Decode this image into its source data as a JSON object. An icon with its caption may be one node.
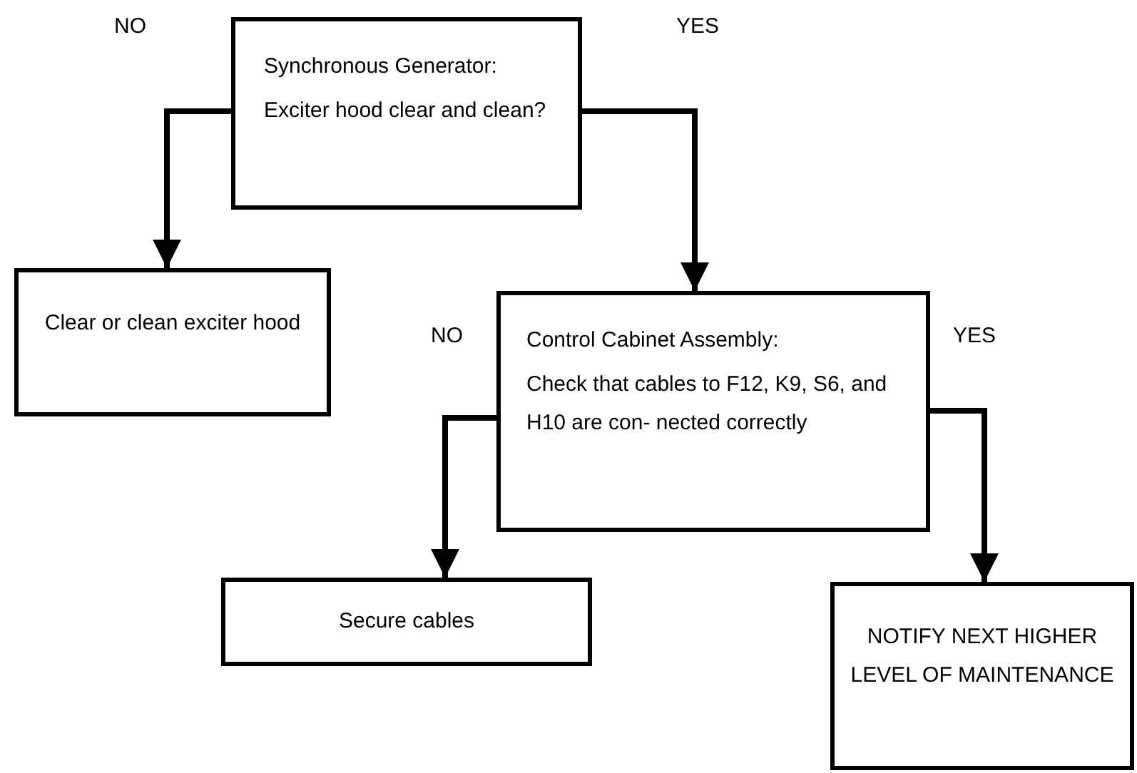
{
  "diagram": {
    "nodes": [
      {
        "text": [
          "Synchronous Generator:",
          "Exciter hood clear and clean?"
        ]
      },
      {
        "text": [
          "Clear or clean exciter hood"
        ]
      },
      {
        "text": [
          "Control Cabinet Assembly:",
          "Check that cables to F12, K9, S6, and H10 are con- nected correctly"
        ]
      },
      {
        "text": [
          "Secure cables"
        ]
      },
      {
        "text": [
          "NOTIFY NEXT HIGHER LEVEL OF MAINTENANCE"
        ]
      }
    ],
    "edges": [
      {
        "from": 0,
        "to": 1,
        "arrow": "to",
        "label": "NO"
      },
      {
        "from": 0,
        "to": 2,
        "arrow": "to",
        "label": "YES"
      },
      {
        "from": 2,
        "to": 3,
        "arrow": "to",
        "label": "NO"
      },
      {
        "from": 2,
        "to": 4,
        "arrow": "to",
        "label": "YES"
      }
    ]
  }
}
